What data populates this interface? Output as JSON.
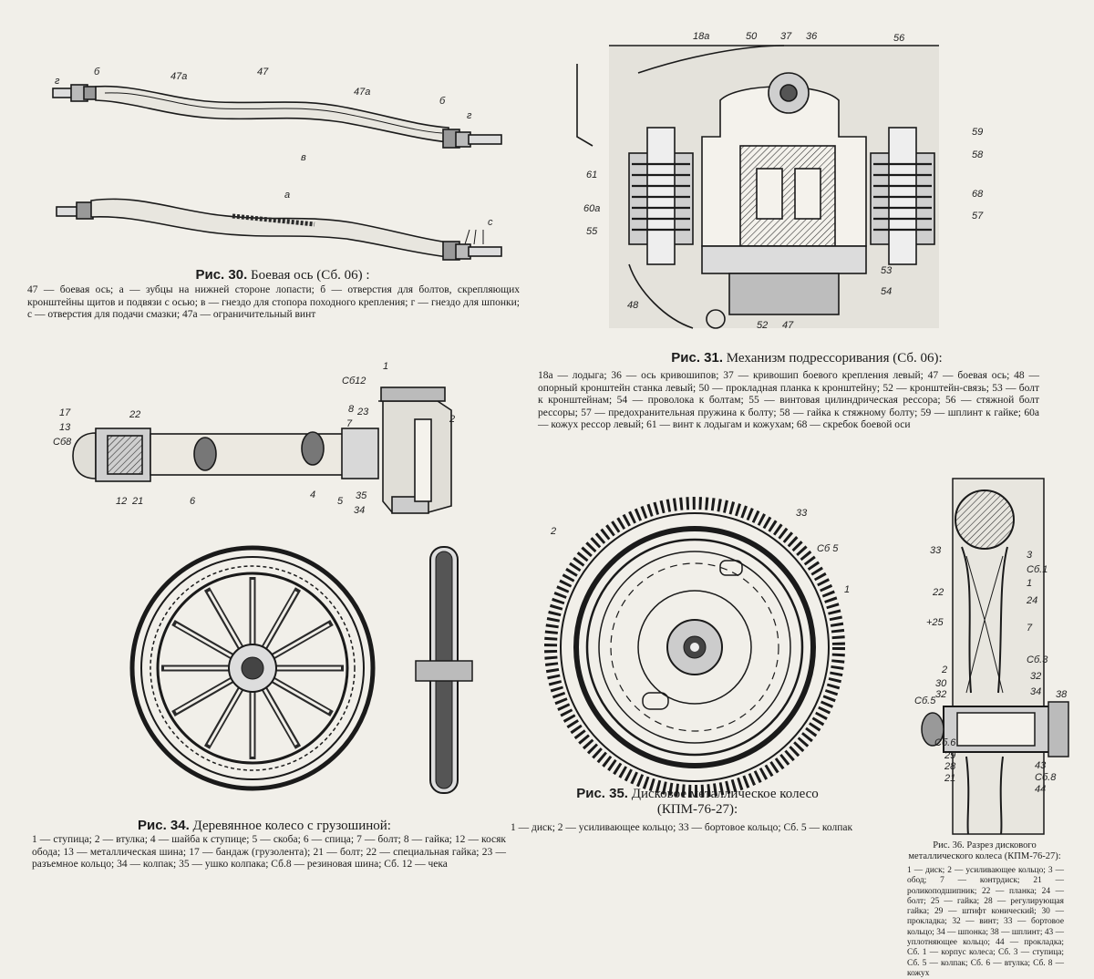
{
  "figures": {
    "fig30": {
      "num": "Рис. 30.",
      "title": "Боевая ось (Сб. 06) :",
      "legend": "47 — боевая ось; а — зубцы на нижней стороне лопасти; б — отверстия для болтов, скрепляющих кронштейны щитов и подвязи с осью; в — гнездо для стопора походного крепления; г — гнездо для шпонки; с — отверстия для подачи смазки; 47а — ограничительный винт",
      "callouts": [
        "г",
        "б",
        "47а",
        "47",
        "47а",
        "б",
        "г",
        "в",
        "а",
        "с"
      ]
    },
    "fig31": {
      "num": "Рис. 31.",
      "title": "Механизм подрессоривания (Сб. 06):",
      "legend": "18а — лодыга; 36 — ось кривошипов; 37 — кривошип боевого крепления левый; 47 — боевая ось; 48 — опорный кронштейн станка левый; 50 — прокладная планка к кронштейну; 52 — кронштейн-связь; 53 — болт к кронштейнам; 54 — проволока к болтам; 55 — винтовая цилиндрическая рессора; 56 — стяжной болт рессоры; 57 — предохранительная пружина к болту; 58 — гайка к стяжному болту; 59 — шплинт к гайке; 60а — кожух рессор левый; 61 — винт к лодыгам и кожухам; 68 — скребок боевой оси",
      "callouts": [
        "18а",
        "50",
        "37",
        "36",
        "56",
        "59",
        "58",
        "61",
        "68",
        "60а",
        "57",
        "55",
        "53",
        "54",
        "48",
        "52",
        "47"
      ]
    },
    "fig34": {
      "num": "Рис. 34.",
      "title": "Деревянное колесо с грузошиной:",
      "legend": "1 — ступица; 2 — втулка; 4 — шайба к ступице; 5 — скоба; 6 — спица; 7 — болт; 8 — гайка; 12 — косяк обода; 13 — металлическая шина; 17 — бандаж (грузолента); 21 — болт; 22 — специальная гайка; 23 — разъемное кольцо; 34 — колпак; 35 — ушко колпака; Сб.8 — резиновая шина; Сб. 12 — чека",
      "callouts": [
        "1",
        "Сб12",
        "17",
        "22",
        "13",
        "Сб8",
        "8",
        "7",
        "23",
        "2",
        "12",
        "21",
        "6",
        "4",
        "5",
        "35",
        "34"
      ]
    },
    "fig35": {
      "num": "Рис. 35.",
      "title": "Дисковое металлическое колесо",
      "subtitle": "(КПМ-76-27):",
      "legend": "1 — диск; 2 — усиливающее кольцо; 33 — бортовое кольцо; Сб. 5 — колпак",
      "callouts": [
        "2",
        "33",
        "Сб 5",
        "1"
      ]
    },
    "fig36": {
      "title": "Рис. 36. Разрез дискового металлического колеса (КПМ-76-27):",
      "legend": "1 — диск; 2 — усиливающее кольцо; 3 — обод; 7 — контрдиск; 21 — роликоподшипник; 22 — планка; 24 — болт; 25 — гайка; 28 — регулирующая гайка; 29 — штифт конический; 30 — прокладка; 32 — винт; 33 — бортовое кольцо; 34 — шпонка; 38 — шплинт; 43 — уплотняющее кольцо; 44 — прокладка; Сб. 1 — корпус колеса; Сб. 3 — ступица; Сб. 5 — колпак; Сб. 6 — втулка; Сб. 8 — кожух",
      "callouts": [
        "33",
        "3",
        "Сб.1",
        "1",
        "22",
        "24",
        "+25",
        "7",
        "2",
        "Сб.3",
        "30",
        "32",
        "32",
        "34",
        "38",
        "Сб.5",
        "Сб.6",
        "29",
        "28",
        "21",
        "43",
        "Сб.8",
        "44"
      ]
    }
  }
}
